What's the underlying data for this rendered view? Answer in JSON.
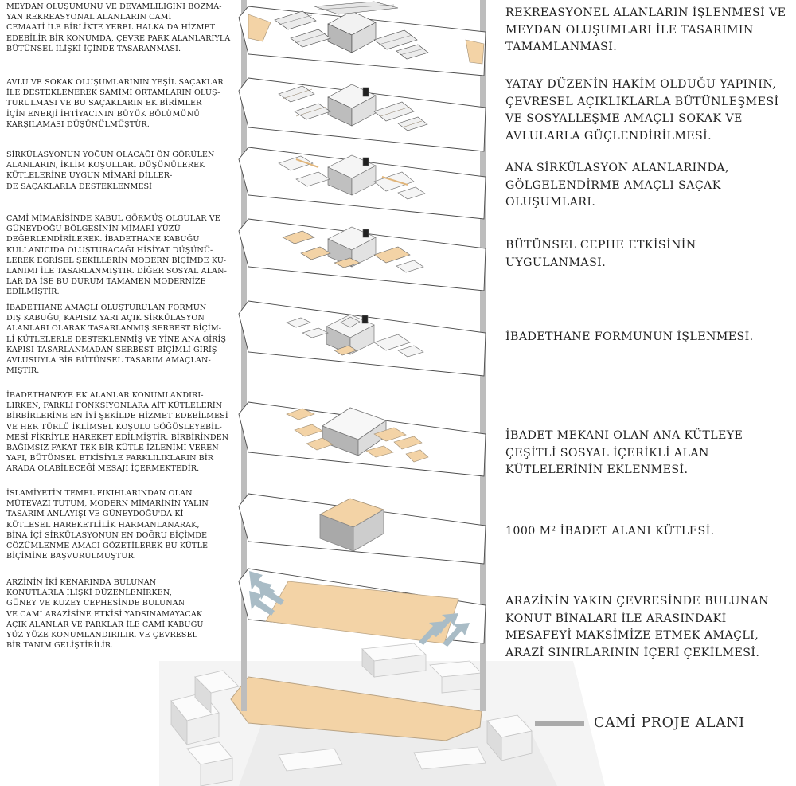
{
  "steps": [
    {
      "left_text": "MEYDAN OLUŞUMUNU VE DEVAMLILIĞINI BOZMA-\nYAN REKREASYONAL ALANLARIN CAMİ\nCEMAATİ İLE BİRLİKTE YEREL HALKA DA HİZMET\nEDEBİLİR BİR KONUMDA, ÇEVRE PARK ALANLARIYLA\nBÜTÜNSEL İLİŞKİ İÇİNDE TASARANMASI.",
      "right_text": "REKREASYONEL ALANLARIN İŞLENMESİ VE\nMEYDAN OLUŞUMLARI İLE TASARIMIN\nTAMAMLANMASI."
    },
    {
      "left_text": "AVLU VE SOKAK OLUŞUMLARININ YEŞİL SAÇAKLAR\nİLE DESTEKLENEREK SAMİMİ ORTAMLARIN OLUŞ-\nTURULMASI VE BU SAÇAKLARIN EK BİRİMLER\nİÇİN ENERJİ İHTİYACININ BÜYÜK BÖLÜMÜNÜ\nKARŞILAMASI DÜŞÜNÜLMÜŞTÜR.",
      "right_text": "YATAY DÜZENİN HAKİM OLDUĞU YAPININ,\nÇEVRESEL AÇIKLIKLARLA BÜTÜNLEŞMESİ\nVE SOSYALLEŞME AMAÇLI SOKAK VE\nAVLULARLA GÜÇLENDİRİLMESİ."
    },
    {
      "left_text": "SİRKÜLASYONUN YOĞUN OLACAĞI ÖN GÖRÜLEN\nALANLARIN, İKLİM KOŞULLARI DÜŞÜNÜLEREK\nKÜTLELERİNE UYGUN MİMARİ DİLLER-\nDE SAÇAKLARLA DESTEKLENMESİ",
      "right_text": "ANA SİRKÜLASYON ALANLARINDA,\nGÖLGELENDİRME AMAÇLI SAÇAK\nOLUŞUMLARI."
    },
    {
      "left_text": "CAMİ MİMARİSİNDE KABUL GÖRMÜŞ OLGULAR VE\nGÜNEYDOĞU BÖLGESİNİN MİMARİ YÜZÜ\nDEĞERLENDİRİLEREK. İBADETHANE KABUĞU\nKULLANICIDA OLUŞTURACAĞI HİSİYAT DÜŞÜNÜ-\nLEREK EĞRİSEL ŞEKİLLERİN MODERN BİÇİMDE KU-\nLANIMI İLE TASARLANMIŞTIR. DİĞER SOSYAL ALAN-\nLAR DA İSE BU DURUM TAMAMEN MODERNİZE EDİLMİŞTİR.",
      "right_text": "BÜTÜNSEL CEPHE ETKİSİNİN\nUYGULANMASI."
    },
    {
      "left_text": "İBADETHANE AMAÇLI OLUŞTURULAN FORMUN\nDIŞ KABUĞU, KAPISIZ YARI AÇIK SİRKÜLASYON\nALANLARI OLARAK TASARLANMIŞ  SERBEST BİÇİM-\nLİ KÜTLELERLE DESTEKLENMİŞ VE YİNE ANA GİRİŞ\nKAPISI TASARLANMADAN SERBEST BİÇİMLİ GİRİŞ\nAVLUSUYLA BİR BÜTÜNSEL TASARIM AMAÇLAN-\nMIŞTIR.",
      "right_text": "İBADETHANE FORMUNUN İŞLENMESİ."
    },
    {
      "left_text": "İBADETHANEYE EK ALANLAR KONUMLANDIRI-\nLIRKEN, FARKLI FONKSİYONLARA AİT KÜTLELERİN\nBİRBİRLERİNE EN İYİ ŞEKİLDE HİZMET EDEBİLMESİ\nVE HER TÜRLÜ İKLİMSEL KOŞULU GÖĞÜSLEYEBİL-\nMESİ FİKRİYLE HAREKET EDİLMİŞTİR. BİRBİRİNDEN\nBAĞIMSIZ FAKAT TEK BİR KÜTLE İZLENİMİ VEREN\nYAPI, BÜTÜNSEL ETKİSİYLE FARKLILIKLARIN BİR\nARADA OLABİLECEĞİ MESAJI İÇERMEKTEDİR.",
      "right_text": "İBADET MEKANI OLAN ANA KÜTLEYE\nÇEŞİTLİ SOSYAL İÇERİKLİ ALAN\nKÜTLELERİNİN EKLENMESİ."
    },
    {
      "left_text": "İSLAMİYETİN TEMEL FIKIHLARINDAN OLAN\nMÜTEVAZI TUTUM, MODERN MİMARİNİN YALIN\nTASARIM ANLAYIŞI VE GÜNEYDOĞU'DA Kİ\nKÜTLESEL HAREKETLİLİK HARMANLANARAK,\nBİNA İÇİ SİRKÜLASYONUN EN DOĞRU BİÇİMDE\nÇÖZÜMLENME AMACI GÖZETİLEREK BU KÜTLE\nBİÇİMİNE BAŞVURULMUŞTUR.",
      "right_text": "1000 M² İBADET ALANI  KÜTLESİ."
    },
    {
      "left_text": "ARZİNİN İKİ KENARINDA BULUNAN\nKONUTLARLA İLİŞKİ DÜZENLENİRKEN,\nGÜNEY VE KUZEY CEPHESİNDE BULUNAN\nVE CAMİ ARAZİSİNE ETKİSİ YADSINAMAYACAK\nAÇIK ALANLAR VE PARKLAR İLE CAMİ KABUĞU\nYÜZ YÜZE KONUMLANDIRILIR. VE ÇEVRESEL\nBİR TANIM GELİŞTİRİLİR.",
      "right_text": "ARAZİNİN YAKIN ÇEVRESİNDE BULUNAN\nKONUT BİNALARI İLE ARASINDAKİ\nMESAFEYİ MAKSİMİZE ETMEK AMAÇLI,\nARAZİ SINIRLARININ İÇERİ ÇEKİLMESİ."
    }
  ],
  "site_label": "CAMİ PROJE ALANI",
  "colors": {
    "mass_fill": "#f3d3a6",
    "mass_stroke": "#b9a384",
    "white_block": "#f7f7f7",
    "block_shadow": "#9a9a9a",
    "column": "#bdbdbd",
    "arrow": "#a9bcc6",
    "outline": "#4a4a4a"
  }
}
